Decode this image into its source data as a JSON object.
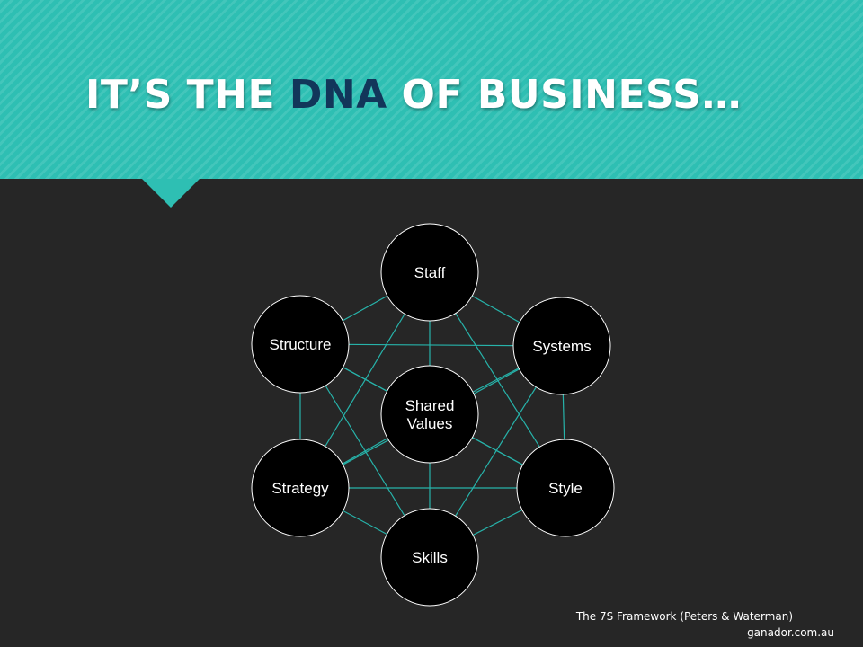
{
  "header": {
    "title_prefix": "IT’S THE ",
    "title_accent": "DNA",
    "title_suffix": " OF BUSINESS…"
  },
  "diagram": {
    "nodes": [
      {
        "id": "staff",
        "lines": [
          "Staff"
        ]
      },
      {
        "id": "structure",
        "lines": [
          "Structure"
        ]
      },
      {
        "id": "systems",
        "lines": [
          "Systems"
        ]
      },
      {
        "id": "shared-values",
        "lines": [
          "Shared",
          "Values"
        ]
      },
      {
        "id": "strategy",
        "lines": [
          "Strategy"
        ]
      },
      {
        "id": "style",
        "lines": [
          "Style"
        ]
      },
      {
        "id": "skills",
        "lines": [
          "Skills"
        ]
      }
    ],
    "edges": [
      [
        "staff",
        "structure"
      ],
      [
        "staff",
        "systems"
      ],
      [
        "staff",
        "shared-values"
      ],
      [
        "staff",
        "strategy"
      ],
      [
        "staff",
        "style"
      ],
      [
        "structure",
        "systems"
      ],
      [
        "structure",
        "strategy"
      ],
      [
        "structure",
        "shared-values"
      ],
      [
        "structure",
        "style"
      ],
      [
        "structure",
        "skills"
      ],
      [
        "systems",
        "shared-values"
      ],
      [
        "systems",
        "strategy"
      ],
      [
        "systems",
        "skills"
      ],
      [
        "systems",
        "style"
      ],
      [
        "shared-values",
        "strategy"
      ],
      [
        "shared-values",
        "style"
      ],
      [
        "shared-values",
        "skills"
      ],
      [
        "strategy",
        "style"
      ],
      [
        "strategy",
        "skills"
      ],
      [
        "style",
        "skills"
      ]
    ],
    "colors": {
      "edge": "#27b3aa",
      "node_fill": "#000000",
      "node_stroke": "#ffffff"
    }
  },
  "footer": {
    "caption": "The 7S Framework (Peters & Waterman)",
    "site": "ganador.com.au"
  }
}
